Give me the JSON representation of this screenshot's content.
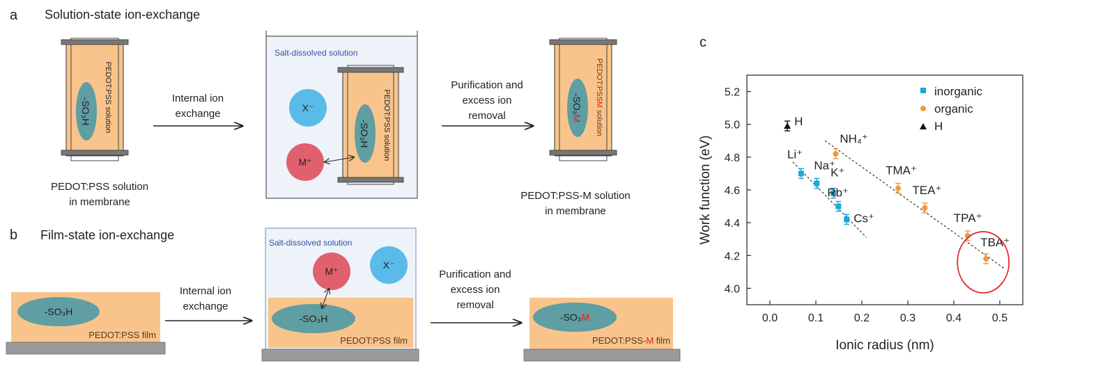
{
  "panel_a": {
    "letter": "a",
    "title": "Solution-state ion-exchange",
    "membrane1_label": "PEDOT:PSS solution",
    "group1": "-SO₃H",
    "caption1_line1": "PEDOT:PSS solution",
    "caption1_line2": "in membrane",
    "arrow1_line1": "Internal ion",
    "arrow1_line2": "exchange",
    "beaker_label": "Salt-dissolved solution",
    "anion": "X⁻",
    "cation": "M⁺",
    "membrane2_label": "PEDOT:PSS solution",
    "group2": "-SO₃H",
    "arrow2_line1": "Purification and",
    "arrow2_line2": "excess ion",
    "arrow2_line3": "removal",
    "membrane3_label_prefix": "PEDOT:PSS",
    "membrane3_label_m": "M",
    "membrane3_label_suffix": " solution",
    "group3_prefix": "-SO₃",
    "group3_m": "M",
    "caption3_line1": "PEDOT:PSS-M solution",
    "caption3_line2": "in membrane"
  },
  "panel_b": {
    "letter": "b",
    "title": "Film-state ion-exchange",
    "film1_group": "-SO₃H",
    "film1_label": "PEDOT:PSS film",
    "arrow1_line1": "Internal ion",
    "arrow1_line2": "exchange",
    "beaker_label": "Salt-dissolved solution",
    "cation": "M⁺",
    "anion": "X⁻",
    "film2_group": "-SO₃H",
    "film2_label": "PEDOT:PSS film",
    "arrow2_line1": "Purification and",
    "arrow2_line2": "excess ion",
    "arrow2_line3": "removal",
    "film3_group_prefix": "-SO₃",
    "film3_group_m": "M",
    "film3_label_prefix": "PEDOT:PSS-",
    "film3_label_m": "M",
    "film3_label_suffix": " film"
  },
  "colors": {
    "film": "#f8c48c",
    "ellipse": "#5f9ea3",
    "cation": "#e0606e",
    "anion": "#5bbbe8",
    "inorganic": "#1aa8d8",
    "organic": "#ee9a3e",
    "h": "#111111",
    "highlight": "#e0282c",
    "m_text": "#e02020",
    "beaker_label": "#3a4ea8"
  },
  "chart_data": {
    "panel_letter": "c",
    "type": "scatter",
    "xlabel": "Ionic radius (nm)",
    "ylabel": "Work function (eV)",
    "xlim": [
      -0.05,
      0.55
    ],
    "ylim": [
      3.9,
      5.3
    ],
    "x_ticks": [
      "0.0",
      "0.1",
      "0.2",
      "0.3",
      "0.4",
      "0.5"
    ],
    "y_ticks": [
      "4.0",
      "4.2",
      "4.4",
      "4.6",
      "4.8",
      "5.0",
      "5.2"
    ],
    "legend_position": "top-right",
    "series": [
      {
        "name": "inorganic",
        "marker": "square",
        "color": "#1aa8d8",
        "points": [
          {
            "x": 0.068,
            "y": 4.7,
            "err": 0.03,
            "label": "Li⁺"
          },
          {
            "x": 0.102,
            "y": 4.64,
            "err": 0.03,
            "label": "Na⁺"
          },
          {
            "x": 0.138,
            "y": 4.58,
            "err": 0.03,
            "label": "K⁺"
          },
          {
            "x": 0.149,
            "y": 4.5,
            "err": 0.03,
            "label": "Rb⁺"
          },
          {
            "x": 0.167,
            "y": 4.42,
            "err": 0.03,
            "label": "Cs⁺"
          }
        ]
      },
      {
        "name": "organic",
        "marker": "circle",
        "color": "#ee9a3e",
        "points": [
          {
            "x": 0.143,
            "y": 4.82,
            "err": 0.03,
            "label": "NH₄⁺"
          },
          {
            "x": 0.279,
            "y": 4.61,
            "err": 0.03,
            "label": "TMA⁺"
          },
          {
            "x": 0.337,
            "y": 4.49,
            "err": 0.03,
            "label": "TEA⁺"
          },
          {
            "x": 0.43,
            "y": 4.32,
            "err": 0.03,
            "label": "TPA⁺"
          },
          {
            "x": 0.47,
            "y": 4.18,
            "err": 0.03,
            "label": "TBA⁺"
          }
        ]
      },
      {
        "name": "H",
        "marker": "triangle",
        "color": "#111111",
        "points": [
          {
            "x": 0.038,
            "y": 4.99,
            "err": 0.03,
            "label": "H"
          }
        ]
      }
    ],
    "trendlines": [
      {
        "name": "inorganic fit",
        "x": [
          0.05,
          0.21
        ],
        "y": [
          4.77,
          4.31
        ]
      },
      {
        "name": "organic fit",
        "x": [
          0.12,
          0.51
        ],
        "y": [
          4.9,
          4.12
        ]
      }
    ],
    "highlight": {
      "label": "TBA⁺",
      "x": 0.47,
      "y": 4.18
    }
  }
}
